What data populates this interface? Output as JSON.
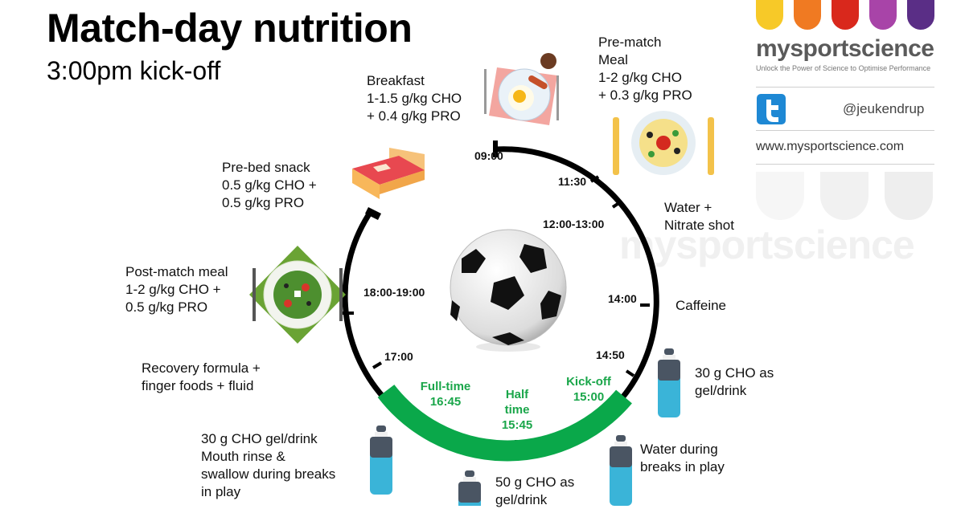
{
  "header": {
    "title": "Match-day nutrition",
    "subtitle": "3:00pm kick-off"
  },
  "brand": {
    "name": "mysportscience",
    "tagline": "Unlock the Power of Science to Optimise Performance",
    "twitter_handle": "@jeukendrup",
    "website": "www.mysportscience.com",
    "watermark": "mysportscience",
    "drop_colors": [
      "#f7c928",
      "#f07a22",
      "#d9281c",
      "#a844a8",
      "#5a2e86"
    ],
    "twitter_icon": "twitter-icon"
  },
  "timeline": {
    "times": {
      "t0900": "09:00",
      "t1130": "11:30",
      "t1200": "12:00-13:00",
      "t1400": "14:00",
      "t1450": "14:50",
      "t1700": "17:00",
      "t1800": "18:00-19:00"
    },
    "match": {
      "kickoff": "Kick-off\n15:00",
      "halftime": "Half\ntime\n15:45",
      "fulltime": "Full-time\n16:45"
    },
    "ring_color": "#000000",
    "match_arc_color": "#0aa84a"
  },
  "events": {
    "breakfast": "Breakfast\n1-1.5 g/kg CHO\n+ 0.4 g/kg PRO",
    "prematch": "Pre-match\nMeal\n1-2 g/kg CHO\n+ 0.3 g/kg PRO",
    "water_nitrate": "Water +\nNitrate shot",
    "caffeine": "Caffeine",
    "cho30_pre": "30 g CHO as\ngel/drink",
    "water_breaks": "Water during\nbreaks in play",
    "cho50_half": "50 g CHO as\ngel/drink",
    "cho30_rinse": "30 g CHO gel/drink\nMouth rinse &\nswallow during breaks\nin play",
    "recovery": "Recovery formula +\nfinger foods + fluid",
    "postmatch": "Post-match meal\n1-2 g/kg CHO +\n0.5 g/kg PRO",
    "prebed": "Pre-bed snack\n0.5 g/kg CHO +\n0.5 g/kg PRO"
  },
  "icons": [
    "breakfast-plate-icon",
    "pasta-plate-icon",
    "bed-icon",
    "salad-plate-icon",
    "soccer-ball-icon",
    "drink-bottle-icon"
  ]
}
